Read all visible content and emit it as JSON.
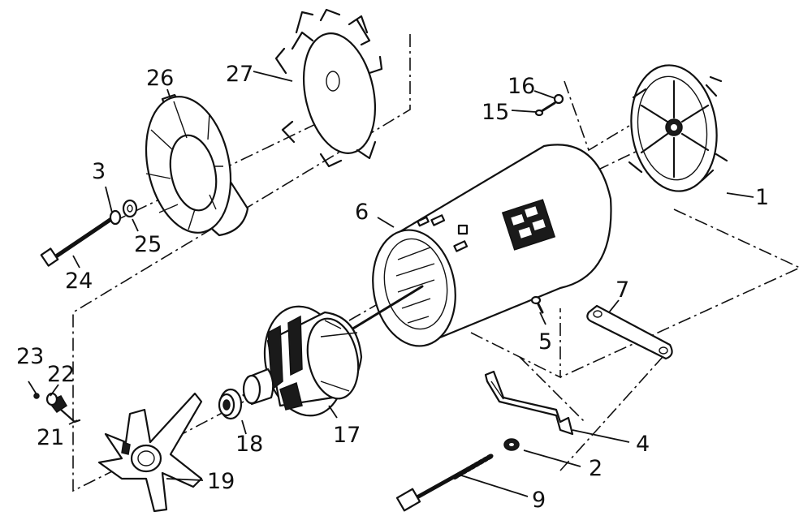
{
  "callouts": [
    {
      "id": "c1",
      "text": "1"
    },
    {
      "id": "c2",
      "text": "2"
    },
    {
      "id": "c3",
      "text": "3"
    },
    {
      "id": "c4",
      "text": "4"
    },
    {
      "id": "c5",
      "text": "5"
    },
    {
      "id": "c6",
      "text": "6"
    },
    {
      "id": "c7",
      "text": "7"
    },
    {
      "id": "c9",
      "text": "9"
    },
    {
      "id": "c15",
      "text": "15"
    },
    {
      "id": "c16",
      "text": "16"
    },
    {
      "id": "c17",
      "text": "17"
    },
    {
      "id": "c18",
      "text": "18"
    },
    {
      "id": "c19",
      "text": "19"
    },
    {
      "id": "c21",
      "text": "21"
    },
    {
      "id": "c22",
      "text": "22"
    },
    {
      "id": "c23",
      "text": "23"
    },
    {
      "id": "c24",
      "text": "24"
    },
    {
      "id": "c25",
      "text": "25"
    },
    {
      "id": "c26",
      "text": "26"
    },
    {
      "id": "c27",
      "text": "27"
    }
  ]
}
